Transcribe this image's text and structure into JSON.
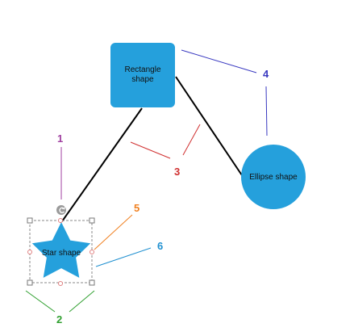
{
  "shapes": {
    "rectangle": {
      "line1": "Rectangle",
      "line2": "shape"
    },
    "ellipse": {
      "label": "Ellipse shape"
    },
    "star": {
      "label": "Star shape"
    }
  },
  "callouts": [
    {
      "id": "1",
      "color": "#a040a0"
    },
    {
      "id": "2",
      "color": "#30a030"
    },
    {
      "id": "3",
      "color": "#d03030"
    },
    {
      "id": "4",
      "color": "#3838c0"
    },
    {
      "id": "5",
      "color": "#f08020"
    },
    {
      "id": "6",
      "color": "#2090d0"
    }
  ],
  "colors": {
    "shape_fill": "#25a0dc",
    "connector": "#000000",
    "selection": "#888888",
    "handle_dot": "#e08080"
  }
}
